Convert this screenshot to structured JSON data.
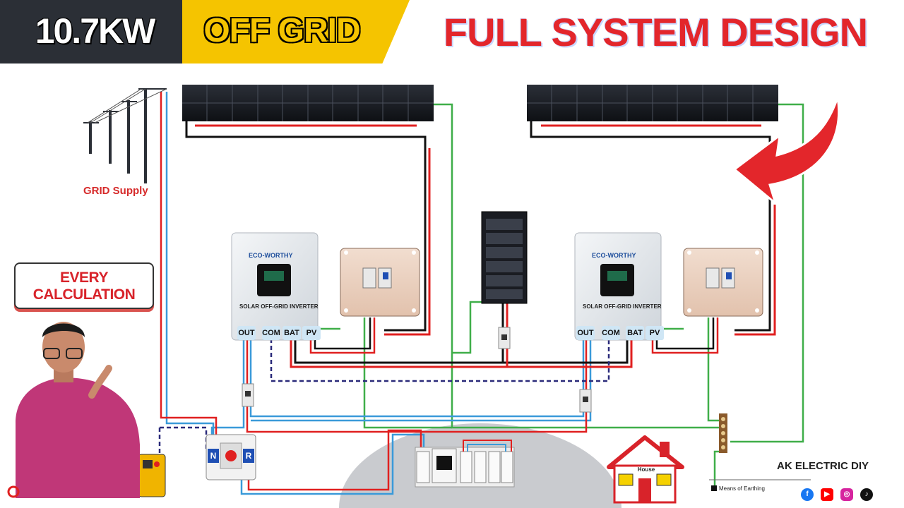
{
  "header": {
    "power": "10.7KW",
    "system_type": "OFF GRID",
    "title": "FULL SYSTEM DESIGN"
  },
  "grid_supply_label": "GRID Supply",
  "badge": {
    "line1": "EVERY",
    "line2": "CALCULATION"
  },
  "inverters": [
    {
      "brand": "ECO-WORTHY",
      "model": "SOLAR OFF-GRID INVERTER",
      "ports": [
        "OUT",
        "COM",
        "BAT",
        "PV"
      ]
    },
    {
      "brand": "ECO-WORTHY",
      "model": "SOLAR OFF-GRID INVERTER",
      "ports": [
        "OUT",
        "COM",
        "BAT",
        "PV"
      ]
    }
  ],
  "ats": {
    "left": "N",
    "right": "R"
  },
  "house_label": "House",
  "earthing_label": "Means of Earthing",
  "brand_name": "AK ELECTRIC DIY",
  "colors": {
    "banner_dark": "#2b2f36",
    "banner_yellow": "#f5c400",
    "title_red": "#e3262b",
    "dc_positive": "#e02020",
    "dc_negative": "#111111",
    "ac_line": "#3a9ad9",
    "earth": "#3fae49",
    "comm": "#2a2a7a"
  },
  "icons": [
    "facebook-icon",
    "youtube-icon",
    "instagram-icon",
    "tiktok-icon"
  ]
}
